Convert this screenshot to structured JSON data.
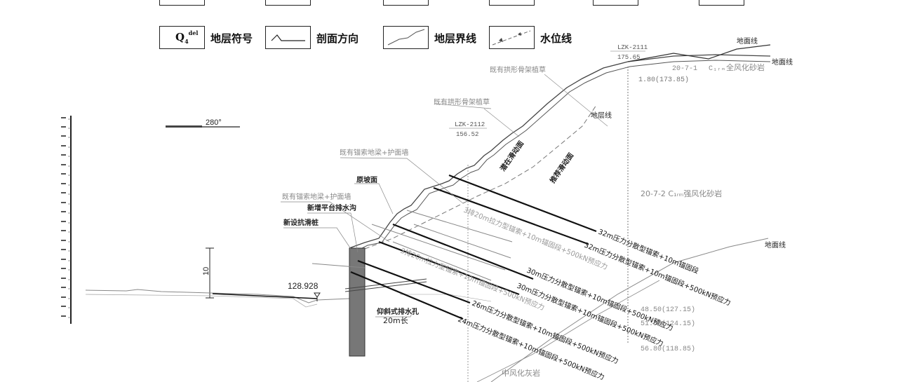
{
  "legend": {
    "stratum_symbol_glyph": "Q",
    "stratum_symbol_sup": "del",
    "stratum_symbol_sub": "4",
    "stratum_symbol": "地层符号",
    "section_direction": "剖面方向",
    "stratum_boundary": "地层界线",
    "water_level": "水位线"
  },
  "drawing": {
    "azimuth": "280°",
    "scale_ten": "10",
    "toe_elevation": "128.928",
    "borehole_1_id": "LZK-2111",
    "borehole_1_elev": "175.65",
    "borehole_1_depth": "1.80(173.85)",
    "borehole_2_id": "LZK-2112",
    "borehole_2_elev": "156.52",
    "ground_line_1": "地面线",
    "ground_line_2": "地面线",
    "ground_line_3": "地面线",
    "stratum_line": "地层线",
    "stratum_top": "20-7-1",
    "stratum_top_code": "C₁ᵣₘ",
    "stratum_top_desc": "全风化砂岩",
    "stratum_mid": "20-7-2 C₁ᵣₘ强风化砂岩",
    "stratum_bottom": "中风化灰岩",
    "depth_1": "48.50(127.15)",
    "depth_2": "51.50(124.15)",
    "depth_3": "56.80(118.85)",
    "existing_arch_1": "既有拱形骨架植草",
    "existing_arch_2": "既有拱形骨架植草",
    "existing_anchor_1": "既有锚索地梁+护面墙",
    "existing_anchor_2": "既有锚索地梁+护面墙",
    "original_slope": "原坡面",
    "new_drain": "新增平台排水沟",
    "new_pile": "新设抗滑桩",
    "inclined_drain": "仰斜式排水孔",
    "inclined_drain_len": "20m长",
    "slip_surface_1": "潜在滑动面",
    "slip_surface_2": "推荐滑动面",
    "anchor_32a": "32m压力分散型锚索+10m锚固段",
    "anchor_32b": "32m压力分散型锚索+10m锚固段+500kN预应力",
    "anchor_30a": "30m压力分散型锚索+10m锚固段+500kN预应力",
    "anchor_30b": "30m压力分散型锚索+10m锚固段+500kN预应力",
    "anchor_26": "26m压力分散型锚索+10m锚固段+500kN预应力",
    "anchor_24": "24m压力分散型锚索+10m锚固段+500kN预应力",
    "row3_anchor_1": "3排20m拉力型锚索+10m锚固段+500kN预应力",
    "row3_anchor_2": "3排20m拉力型锚索+10m锚固段+500kN预应力"
  }
}
